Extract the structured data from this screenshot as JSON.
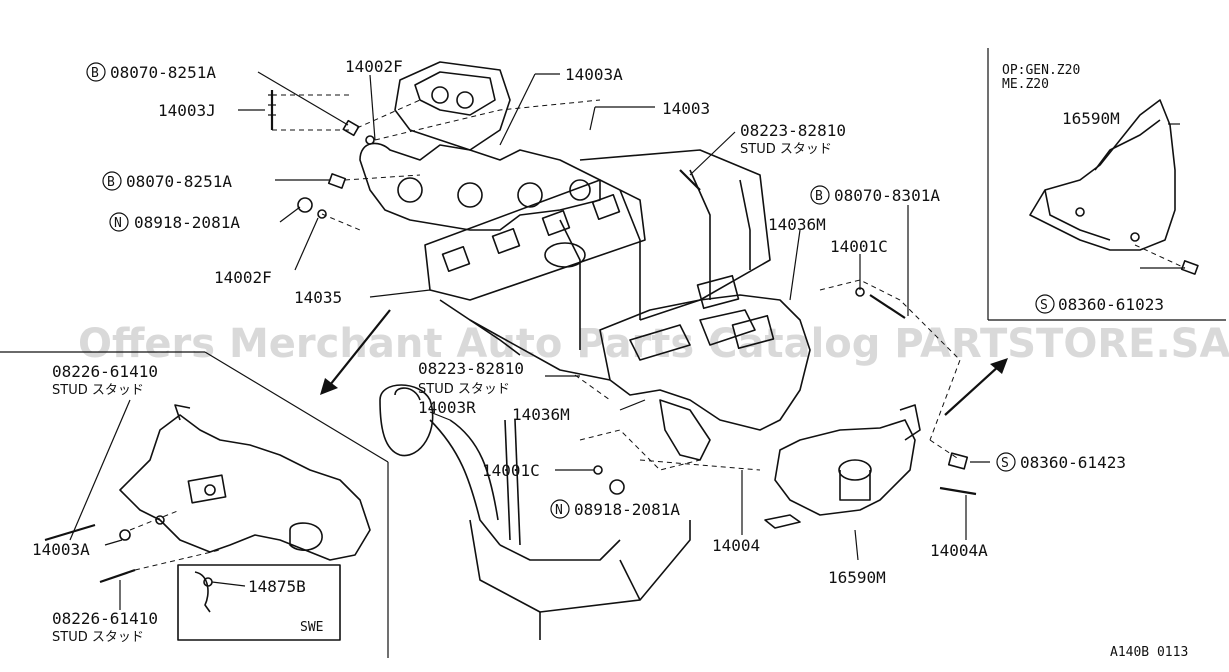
{
  "watermark": "Offers Merchant Auto Parts Catalog PARTSTORE.SA",
  "figure_code": "A140B 0113",
  "inset_top_right": {
    "note_line1": "OP:GEN.Z20",
    "note_line2": "ME.Z20"
  },
  "inset_bottom_left": {
    "swe_label": "SWE"
  },
  "bolt_letters": {
    "b": "B",
    "n": "N",
    "s": "S"
  },
  "labels": {
    "b_08070_8251a_top": "08070-8251A",
    "p14002f_top": "14002F",
    "p14003a_top": "14003A",
    "p14003j": "14003J",
    "p14003": "14003",
    "p08223_82810_top": "08223-82810",
    "stud_top": "STUD スタッド",
    "b_08070_8251a_mid": "08070-8251A",
    "n_08918_2081a_top": "08918-2081A",
    "b_08070_8301a": "08070-8301A",
    "p14036m_top": "14036M",
    "p14001c_top": "14001C",
    "p14002f_bot": "14002F",
    "p14035": "14035",
    "p16590m_inset": "16590M",
    "s_08360_61023": "08360-61023",
    "p08226_61410_top": "08226-61410",
    "stud_left_top": "STUD スタッド",
    "p08223_82810_mid": "08223-82810",
    "stud_mid": "STUD スタッド",
    "p14003r": "14003R",
    "p14036m_mid": "14036M",
    "p14001c_mid": "14001C",
    "n_08918_2081a_bot": "08918-2081A",
    "s_08360_61423": "08360-61423",
    "p14004": "14004",
    "p14004a": "14004A",
    "p16590m_bot": "16590M",
    "p14003a_left": "14003A",
    "p14875b": "14875B",
    "p08226_61410_bot": "08226-61410",
    "stud_left_bot": "STUD スタッド"
  }
}
